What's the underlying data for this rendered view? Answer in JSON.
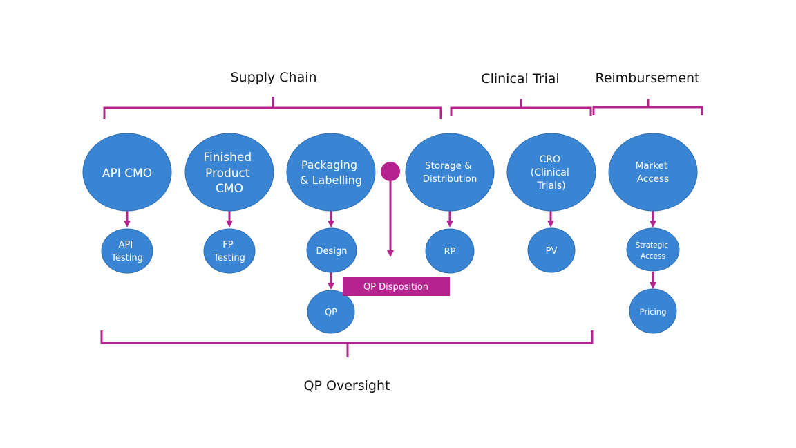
{
  "colors": {
    "node_fill": "#3A85D3",
    "node_stroke": "#2E6CAE",
    "accent": "#B5248E",
    "text_dark": "#111111",
    "text_light": "#FFFFFF"
  },
  "groups": {
    "supply_chain": "Supply Chain",
    "clinical_trial": "Clinical Trial",
    "reimbursement": "Reimbursement",
    "qp_oversight": "QP Oversight"
  },
  "nodes": {
    "api_cmo": [
      "API CMO"
    ],
    "finished_product_cmo": [
      "Finished",
      "Product",
      "CMO"
    ],
    "packaging_labelling": [
      "Packaging",
      "& Labelling"
    ],
    "storage_distribution": [
      "Storage &",
      "Distribution"
    ],
    "cro": [
      "CRO",
      "(Clinical",
      "Trials)"
    ],
    "market_access": [
      "Market",
      "Access"
    ],
    "api_testing": [
      "API",
      "Testing"
    ],
    "fp_testing": [
      "FP",
      "Testing"
    ],
    "design": [
      "Design"
    ],
    "qp": [
      "QP"
    ],
    "rp": [
      "RP"
    ],
    "pv": [
      "PV"
    ],
    "strategic_access": [
      "Strategic",
      "Access"
    ],
    "pricing": [
      "Pricing"
    ]
  },
  "qp_disposition": "QP Disposition"
}
